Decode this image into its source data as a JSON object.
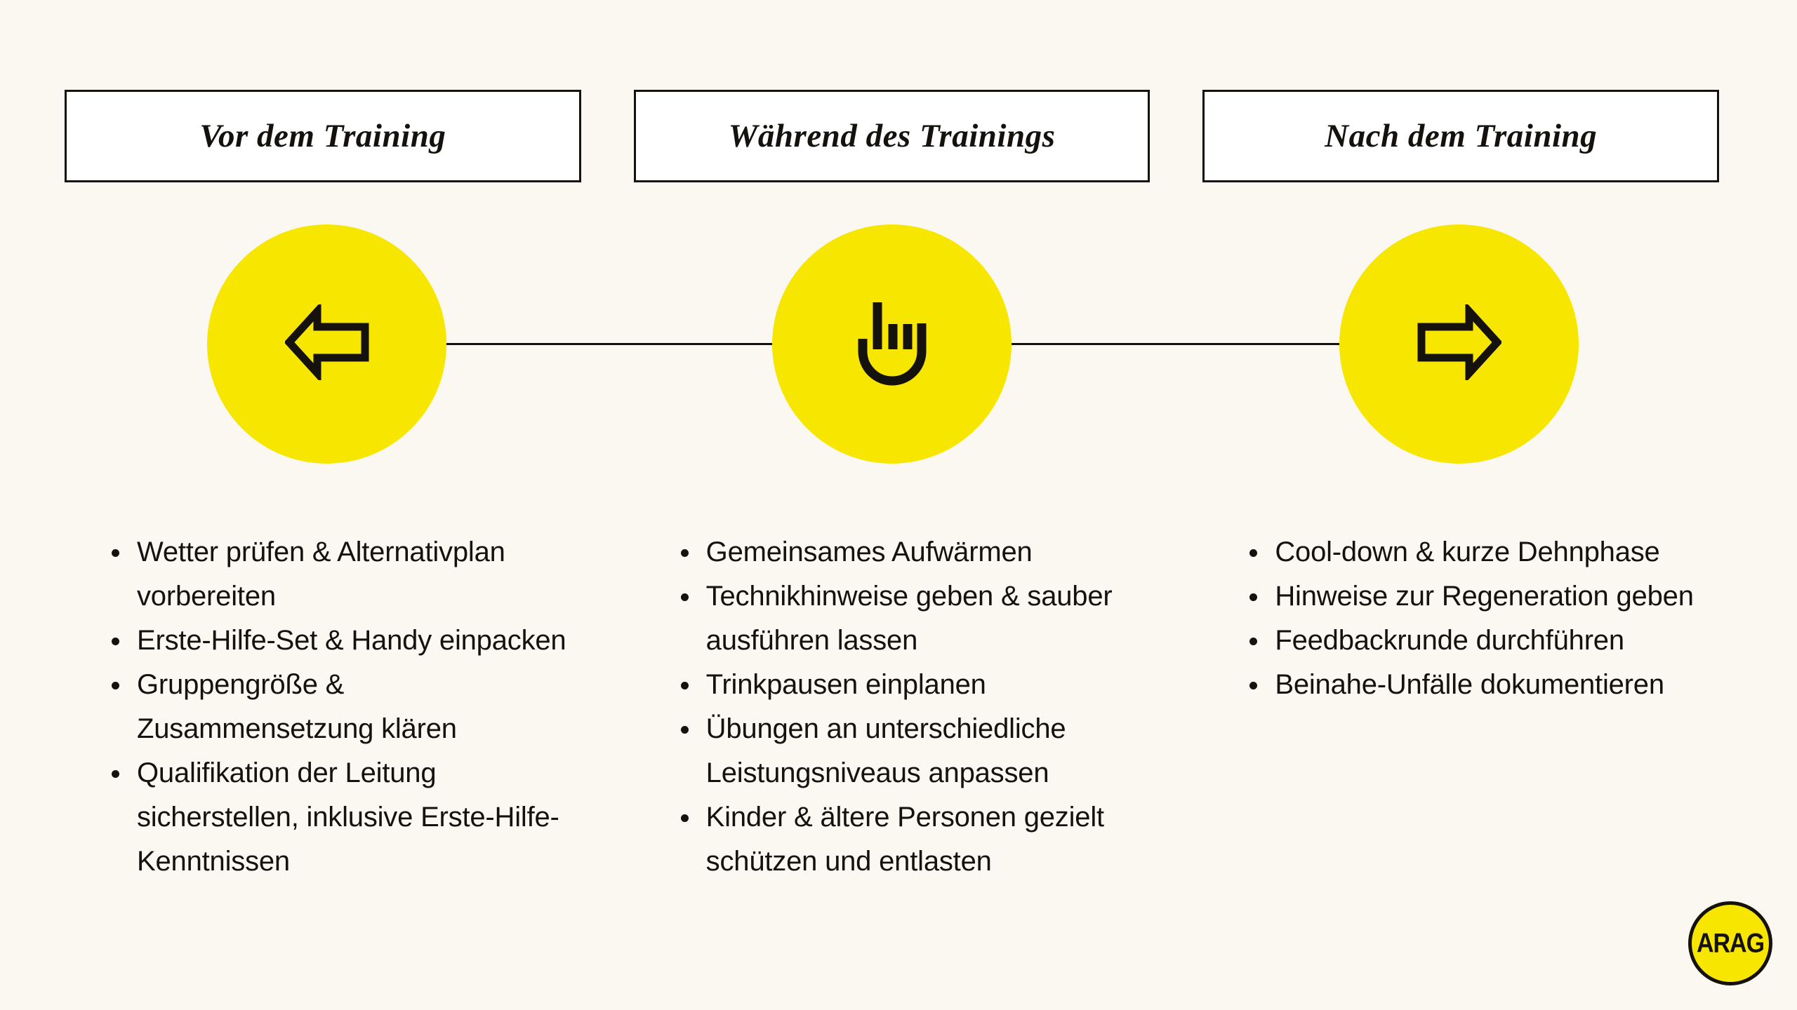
{
  "theme": {
    "background": "#FBF8F1",
    "accent_yellow": "#F7E600",
    "ink": "#15120E",
    "box_fill": "#FFFFFF"
  },
  "phases": [
    {
      "title": "Vor dem Training",
      "icon": "arrow-left-icon",
      "bullets": [
        "Wetter prüfen & Alternativplan vorbereiten",
        "Erste-Hilfe-Set & Handy einpacken",
        "Gruppengröße & Zusammensetzung klären",
        "Qualifikation der Leitung sicherstellen, inklusive Erste-Hilfe-Kenntnissen"
      ]
    },
    {
      "title": "Während des Trainings",
      "icon": "hand-icon",
      "bullets": [
        "Gemeinsames Aufwärmen",
        "Technikhinweise geben & sauber ausführen lassen",
        "Trinkpausen einplanen",
        "Übungen an unterschiedliche Leistungsniveaus anpassen",
        "Kinder & ältere Personen gezielt schützen und entlasten"
      ]
    },
    {
      "title": "Nach dem Training",
      "icon": "arrow-right-icon",
      "bullets": [
        "Cool-down & kurze Dehnphase",
        "Hinweise zur Regeneration geben",
        "Feedbackrunde durchführen",
        "Beinahe-Unfälle dokumentieren"
      ]
    }
  ],
  "logo": {
    "text": "ARAG",
    "name": "arag-logo"
  }
}
